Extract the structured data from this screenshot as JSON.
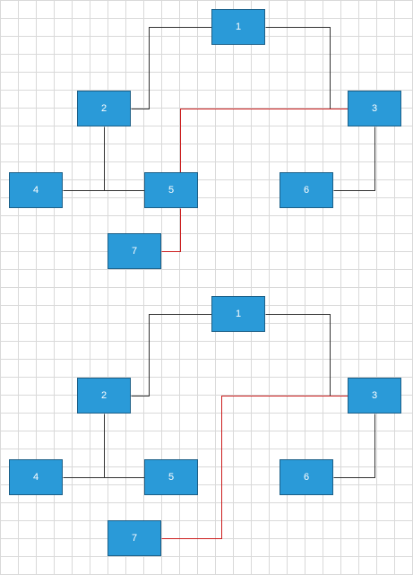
{
  "colors": {
    "node_fill": "#2a9ad8",
    "node_border": "#1c5f87",
    "connector": "#333333",
    "highlight_connector": "#cc1f1f",
    "grid_line": "#d9d9d9"
  },
  "diagrams": [
    {
      "nodes": [
        {
          "id": "1",
          "label": "1"
        },
        {
          "id": "2",
          "label": "2"
        },
        {
          "id": "3",
          "label": "3"
        },
        {
          "id": "4",
          "label": "4"
        },
        {
          "id": "5",
          "label": "5"
        },
        {
          "id": "6",
          "label": "6"
        },
        {
          "id": "7",
          "label": "7"
        }
      ],
      "edges": [
        {
          "from": "1",
          "to": "2",
          "highlighted": false
        },
        {
          "from": "1",
          "to": "3",
          "highlighted": false
        },
        {
          "from": "2",
          "to": "4",
          "highlighted": false
        },
        {
          "from": "2",
          "to": "5",
          "highlighted": false
        },
        {
          "from": "3",
          "to": "6",
          "highlighted": false
        },
        {
          "from": "3",
          "to": "5",
          "highlighted": true
        },
        {
          "from": "5",
          "to": "7",
          "highlighted": true
        }
      ]
    },
    {
      "nodes": [
        {
          "id": "1",
          "label": "1"
        },
        {
          "id": "2",
          "label": "2"
        },
        {
          "id": "3",
          "label": "3"
        },
        {
          "id": "4",
          "label": "4"
        },
        {
          "id": "5",
          "label": "5"
        },
        {
          "id": "6",
          "label": "6"
        },
        {
          "id": "7",
          "label": "7"
        }
      ],
      "edges": [
        {
          "from": "1",
          "to": "2",
          "highlighted": false
        },
        {
          "from": "1",
          "to": "3",
          "highlighted": false
        },
        {
          "from": "2",
          "to": "4",
          "highlighted": false
        },
        {
          "from": "2",
          "to": "5",
          "highlighted": false
        },
        {
          "from": "3",
          "to": "6",
          "highlighted": false
        },
        {
          "from": "3",
          "to": "7",
          "highlighted": true
        }
      ]
    }
  ]
}
